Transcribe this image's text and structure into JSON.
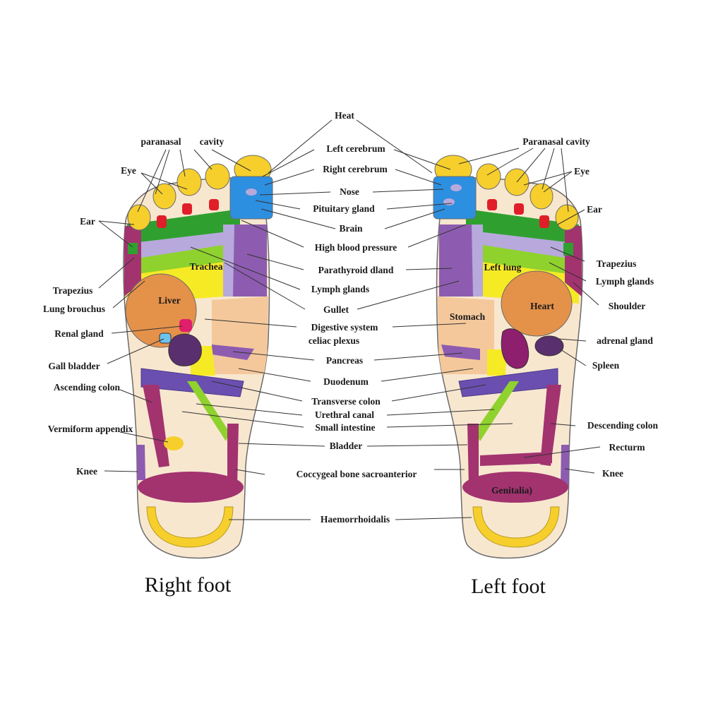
{
  "titles": {
    "right_foot": "Right foot",
    "left_foot": "Left foot"
  },
  "center_labels": [
    "Heat",
    "Left cerebrum",
    "Right cerebrum",
    "Nose",
    "Pituitary gland",
    "Brain",
    "High blood pressure",
    "Parathyroid dland",
    "Lymph glands",
    "Gullet",
    "Digestive system",
    "celiac plexus",
    "Pancreas",
    "Duodenum",
    "Transverse colon",
    "Urethral canal",
    "Small intestine",
    "Bladder",
    "Coccygeal bone sacroanterior",
    "Haemorrhoidalis"
  ],
  "right_foot_labels": [
    "paranasal",
    "cavity",
    "Eye",
    "Ear",
    "Trapezius",
    "Lung brouchus",
    "Renal gland",
    "Gall bladder",
    "Ascending colon",
    "Vermiform appendix",
    "Knee"
  ],
  "left_foot_labels": [
    "Paranasal cavity",
    "Eye",
    "Ear",
    "Trapezius",
    "Lymph glands",
    "Shoulder",
    "adrenal gland",
    "Spleen",
    "Descending colon",
    "Recturm",
    "Knee"
  ],
  "in_foot_labels": [
    "Trachea",
    "Liver",
    "Left lung",
    "Heart",
    "Stomach",
    "Genitalia)"
  ],
  "colors": {
    "skin": "#f8e7cf",
    "outline": "#6b6b6b",
    "yellow": "#f6cf2c",
    "yellow_bright": "#f6ea25",
    "blue": "#2d8fe0",
    "purple": "#8d5cb0",
    "lavender": "#b7a9dc",
    "magenta": "#a2336f",
    "green": "#2fa02f",
    "lime": "#8fd22d",
    "orange": "#e4914a",
    "peach": "#f5c89b",
    "red": "#e01e2a",
    "navy_purple": "#6b4fb0",
    "dark_purple": "#5a2f6e"
  }
}
